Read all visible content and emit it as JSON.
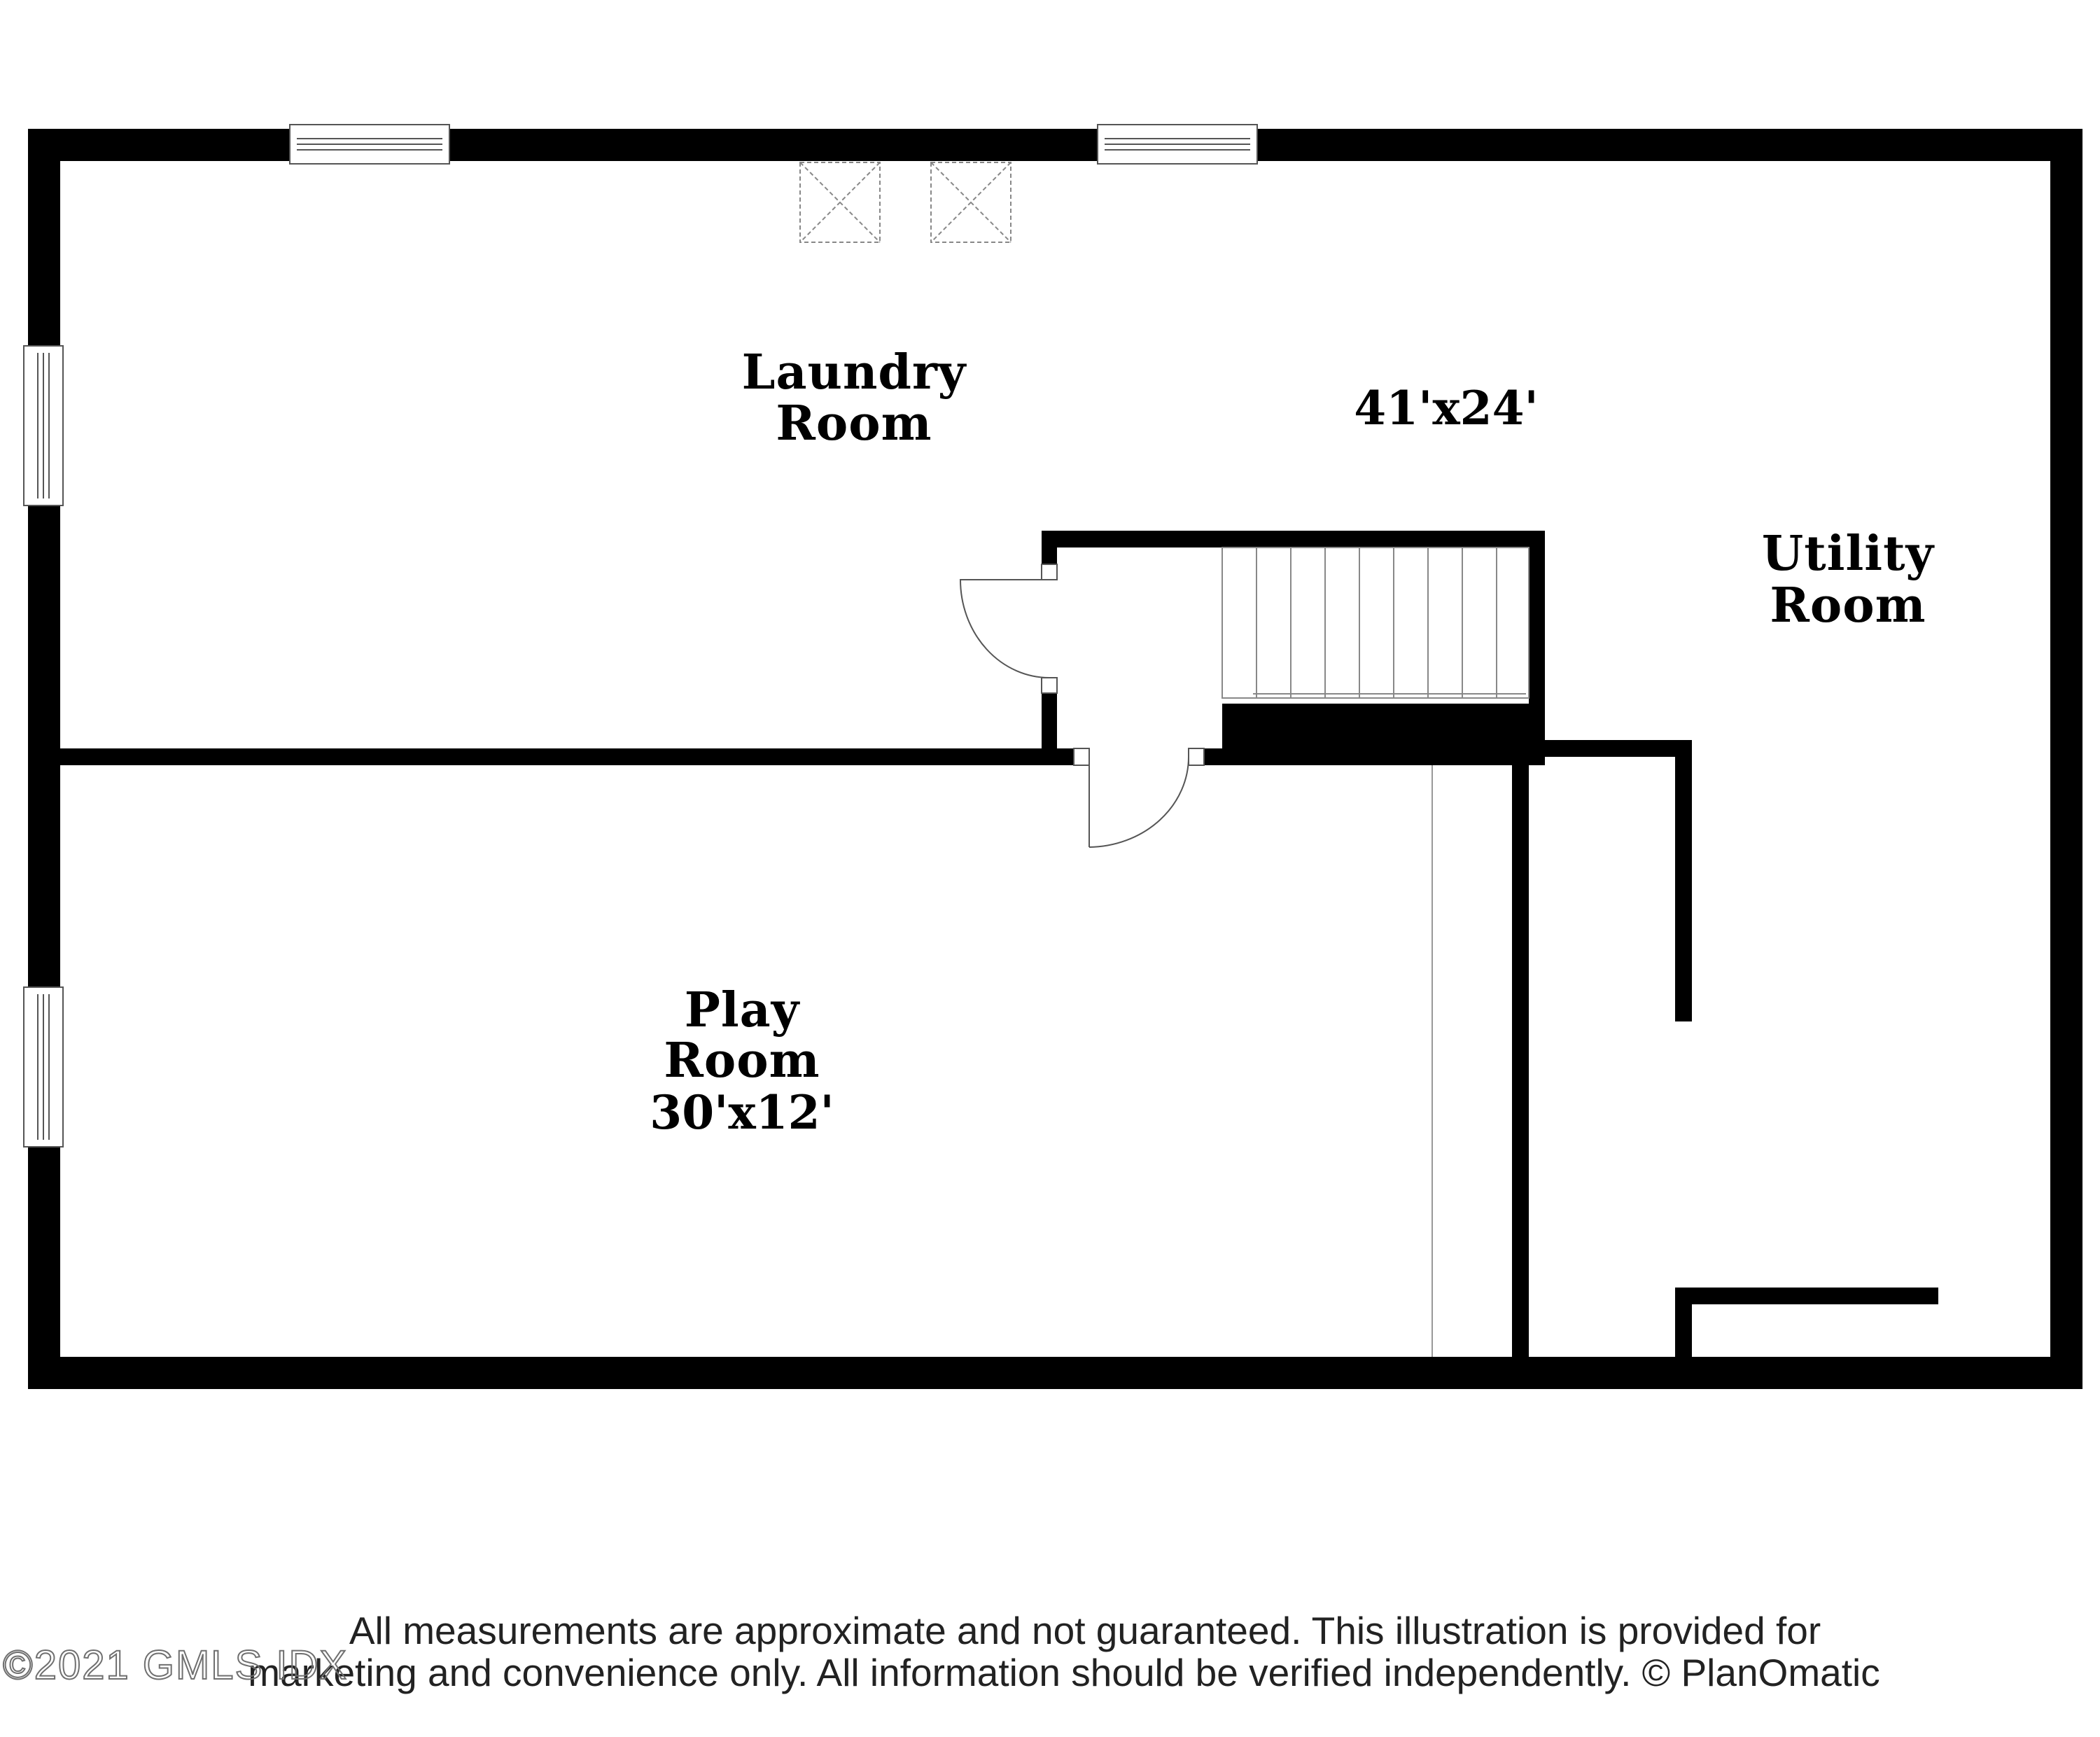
{
  "rooms": {
    "laundry": {
      "line1": "Laundry",
      "line2": "Room"
    },
    "utility": {
      "line1": "Utility",
      "line2": "Room"
    },
    "play": {
      "line1": "Play",
      "line2": "Room",
      "dimensions": "30'x12'"
    },
    "overall_dimensions": "41'x24'"
  },
  "footer": {
    "disclaimer_line1": "All measurements are approximate and not guaranteed. This illustration is provided for",
    "disclaimer_line2": "marketing and convenience only. All information should be verified independently. © PlanOmatic",
    "watermark": "©2021 GMLS IDX"
  },
  "colors": {
    "wall": "#000000",
    "fixture_line": "#888888",
    "background": "#ffffff"
  }
}
